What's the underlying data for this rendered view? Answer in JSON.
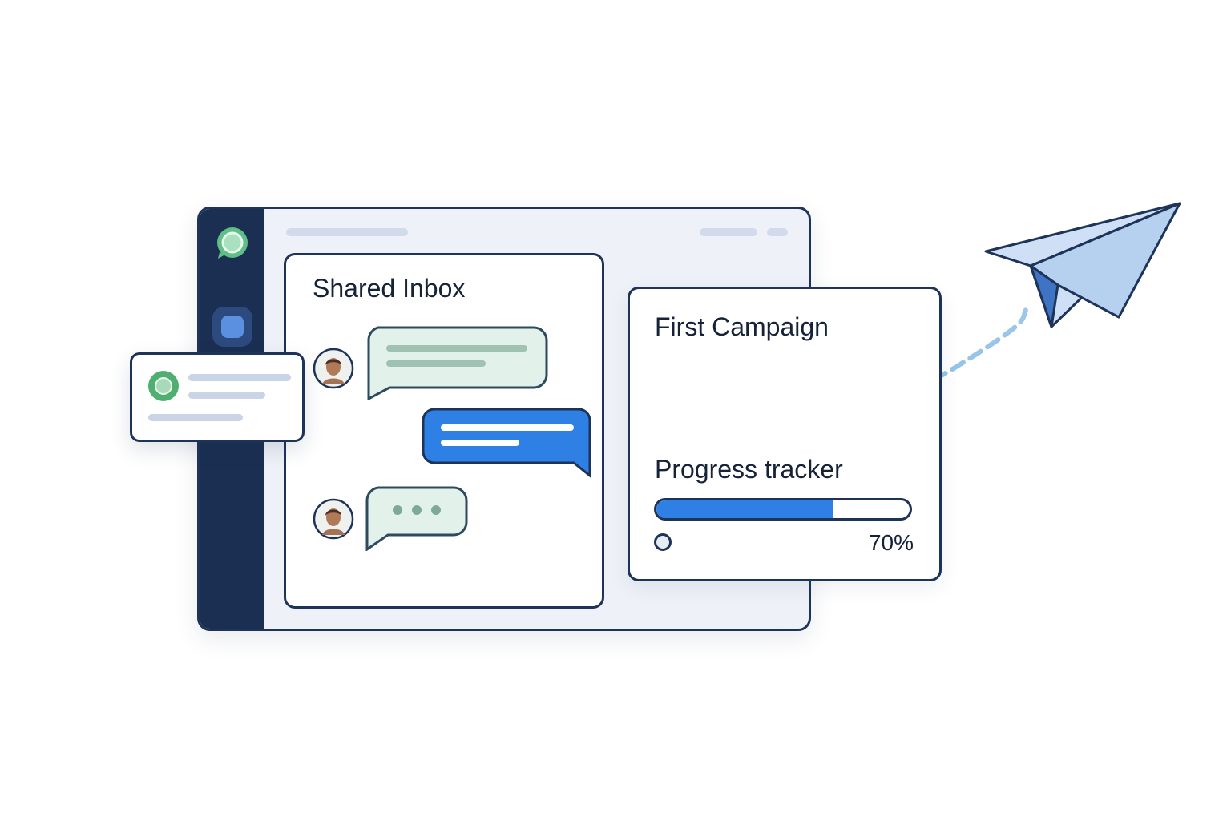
{
  "inbox": {
    "title": "Shared Inbox"
  },
  "campaign": {
    "title": "First Campaign",
    "progress_label": "Progress tracker",
    "progress_value": 0.7,
    "progress_text": "70%"
  },
  "icons": {
    "sidebar_logo": "chat-bubble-icon",
    "sidebar_app": "app-square-icon",
    "send": "paper-plane-icon"
  },
  "colors": {
    "navy": "#1b2f52",
    "outline": "#1e3358",
    "accent_blue": "#2f80e4",
    "incoming_bubble": "#e2f2ea",
    "status_green": "#4fae70"
  }
}
